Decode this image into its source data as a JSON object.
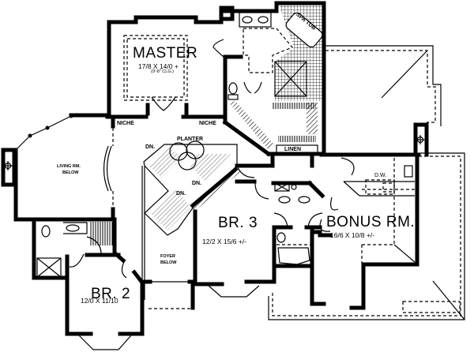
{
  "plan": {
    "type": "upper floor plan",
    "rooms": {
      "master": {
        "name": "MASTER",
        "dims": "17/8 X 14/0 +",
        "note": "(9'-8\" CLG.)"
      },
      "br2": {
        "name": "BR. 2",
        "dims": "12/0 X 11/10"
      },
      "br3": {
        "name": "BR. 3",
        "dims": "12/2 X 15/6 +/-"
      },
      "bonus": {
        "name": "BONUS RM.",
        "dims": "16/6 X 10/8 +/-"
      },
      "living": {
        "name": "LIVING RM.",
        "sub": "BELOW"
      },
      "foyer": {
        "name": "FOYER",
        "sub": "BELOW"
      }
    },
    "labels": {
      "niche_left": "NICHE",
      "niche_right": "NICHE",
      "planter": "PLANTER",
      "dn1": "DN.",
      "dn2": "DN.",
      "dn3": "DN.",
      "linen": "LINEN",
      "spa_tub": "SPA TUB",
      "dw": "D.W."
    },
    "icons": {
      "chimney_left": "chimney-flue-icon",
      "chimney_right": "chimney-flue-icon"
    }
  }
}
